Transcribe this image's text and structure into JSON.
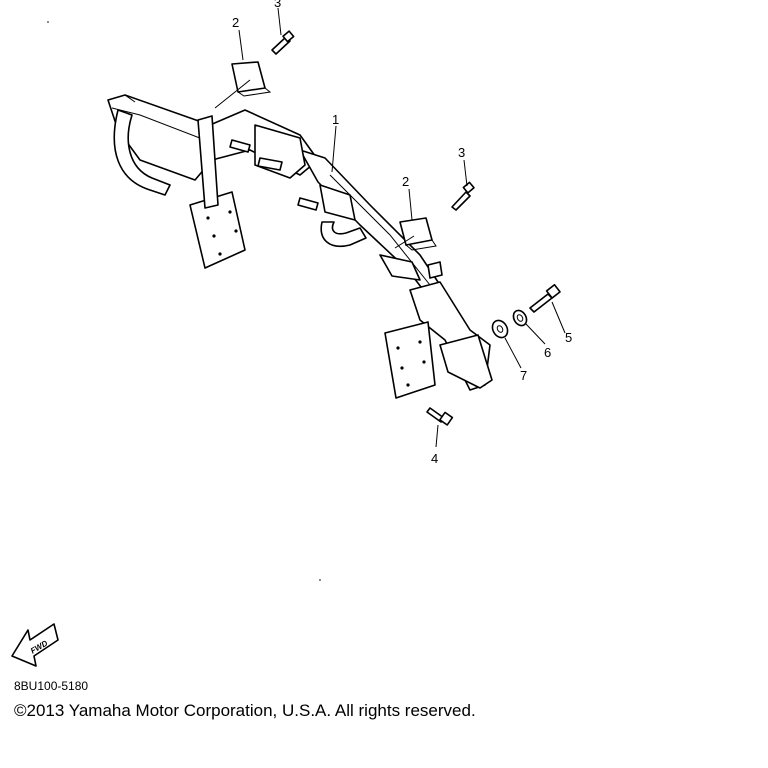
{
  "diagram": {
    "callouts": {
      "frame": "1",
      "bracket_upper": "2",
      "bolt_upper": "3",
      "bracket_lower": "2",
      "bolt_lower": "3",
      "bolt_bottom": "4",
      "bolt_right": "5",
      "nut": "6",
      "washer": "7"
    },
    "fwd_label": "FWD"
  },
  "footer": {
    "part_code": "8BU100-5180",
    "copyright": "©2013 Yamaha Motor Corporation, U.S.A. All rights reserved."
  }
}
